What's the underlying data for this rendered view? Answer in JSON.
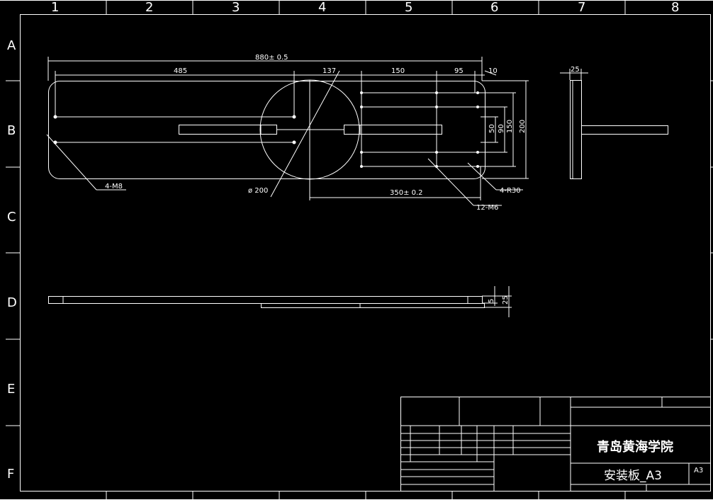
{
  "sheet": {
    "columns": [
      "1",
      "2",
      "3",
      "4",
      "5",
      "6",
      "7",
      "8"
    ],
    "rows": [
      "A",
      "B",
      "C",
      "D",
      "E",
      "F"
    ]
  },
  "plan_view": {
    "dims": {
      "overall": "880± 0.5",
      "d485": "485",
      "d137": "137",
      "d150": "150",
      "d95": "95",
      "d10": "10",
      "v50": "50",
      "v90": "90",
      "v150": "150",
      "v200": "200",
      "d350": "350± 0.2"
    },
    "callouts": {
      "m8": "4-M8",
      "circle": "ø 200",
      "m6": "12-M6",
      "r30": "4-R30"
    }
  },
  "side_view": {
    "thickness": "25"
  },
  "bottom_view": {
    "v5": "5",
    "v25": "25"
  },
  "title_block": {
    "school": "青岛黄海学院",
    "drawing_name": "安装板_A3",
    "sheet_size": "A3"
  }
}
